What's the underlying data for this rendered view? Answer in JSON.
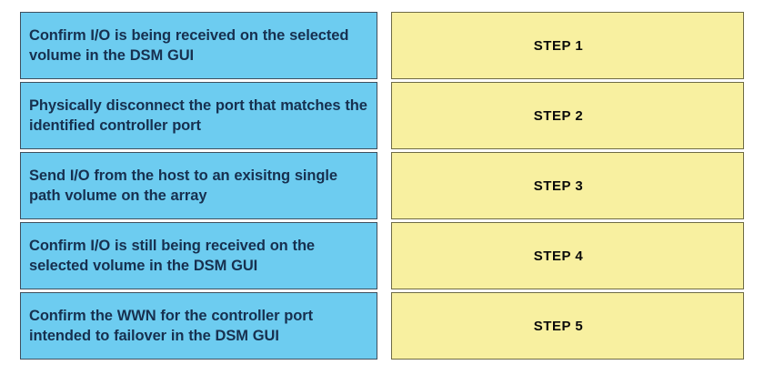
{
  "document": {
    "title": "DSM failover procedure step matching table",
    "background_color": "#ffffff"
  },
  "table": {
    "description_column": {
      "fill_color": "#6DCCF0",
      "border_color": "#3F4F5E",
      "text_color": "#17304F"
    },
    "step_column": {
      "fill_color": "#F8F0A0",
      "border_color": "#6E6B45",
      "text_color": "#0A0A0A"
    },
    "rows": [
      {
        "description": "Confirm I/O is being received on the selected volume in the DSM GUI",
        "step": "STEP 1"
      },
      {
        "description": "Physically disconnect the port that matches the identified controller port",
        "step": "STEP 2"
      },
      {
        "description": "Send I/O from the host to an exisitng single path volume on the array",
        "step": "STEP 3"
      },
      {
        "description": "Confirm I/O is still being received on the selected volume in the DSM GUI",
        "step": "STEP 4"
      },
      {
        "description": "Confirm the WWN for the controller port intended to failover in the DSM GUI",
        "step": "STEP 5"
      }
    ]
  }
}
